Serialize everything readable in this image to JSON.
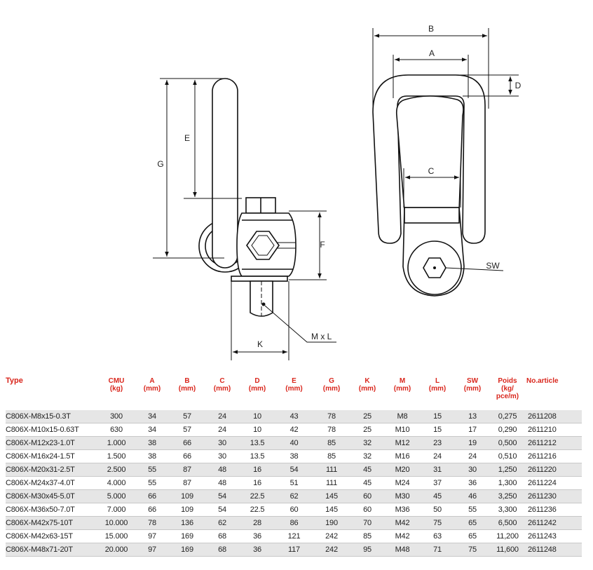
{
  "drawing": {
    "side_view_labels": {
      "e": "E",
      "g": "G",
      "f": "F",
      "k": "K",
      "mxl": "M x L"
    },
    "front_view_labels": {
      "b": "B",
      "a": "A",
      "d": "D",
      "c": "C",
      "sw": "SW"
    }
  },
  "table": {
    "headers": [
      [
        "Type"
      ],
      [
        "CMU",
        "(kg)"
      ],
      [
        "A",
        "(mm)"
      ],
      [
        "B",
        "(mm)"
      ],
      [
        "C",
        "(mm)"
      ],
      [
        "D",
        "(mm)"
      ],
      [
        "E",
        "(mm)"
      ],
      [
        "G",
        "(mm)"
      ],
      [
        "K",
        "(mm)"
      ],
      [
        "M",
        "(mm)"
      ],
      [
        "L",
        "(mm)"
      ],
      [
        "SW",
        "(mm)"
      ],
      [
        "Poids",
        "(kg/",
        "pce/m)"
      ],
      [
        "No.article"
      ]
    ],
    "rows": [
      [
        "C806X-M8x15-0.3T",
        "300",
        "34",
        "57",
        "24",
        "10",
        "43",
        "78",
        "25",
        "M8",
        "15",
        "13",
        "0,275",
        "2611208"
      ],
      [
        "C806X-M10x15-0.63T",
        "630",
        "34",
        "57",
        "24",
        "10",
        "42",
        "78",
        "25",
        "M10",
        "15",
        "17",
        "0,290",
        "2611210"
      ],
      [
        "C806X-M12x23-1.0T",
        "1.000",
        "38",
        "66",
        "30",
        "13.5",
        "40",
        "85",
        "32",
        "M12",
        "23",
        "19",
        "0,500",
        "2611212"
      ],
      [
        "C806X-M16x24-1.5T",
        "1.500",
        "38",
        "66",
        "30",
        "13.5",
        "38",
        "85",
        "32",
        "M16",
        "24",
        "24",
        "0,510",
        "2611216"
      ],
      [
        "C806X-M20x31-2.5T",
        "2.500",
        "55",
        "87",
        "48",
        "16",
        "54",
        "111",
        "45",
        "M20",
        "31",
        "30",
        "1,250",
        "2611220"
      ],
      [
        "C806X-M24x37-4.0T",
        "4.000",
        "55",
        "87",
        "48",
        "16",
        "51",
        "111",
        "45",
        "M24",
        "37",
        "36",
        "1,300",
        "2611224"
      ],
      [
        "C806X-M30x45-5.0T",
        "5.000",
        "66",
        "109",
        "54",
        "22.5",
        "62",
        "145",
        "60",
        "M30",
        "45",
        "46",
        "3,250",
        "2611230"
      ],
      [
        "C806X-M36x50-7.0T",
        "7.000",
        "66",
        "109",
        "54",
        "22.5",
        "60",
        "145",
        "60",
        "M36",
        "50",
        "55",
        "3,300",
        "2611236"
      ],
      [
        "C806X-M42x75-10T",
        "10.000",
        "78",
        "136",
        "62",
        "28",
        "86",
        "190",
        "70",
        "M42",
        "75",
        "65",
        "6,500",
        "2611242"
      ],
      [
        "C806X-M42x63-15T",
        "15.000",
        "97",
        "169",
        "68",
        "36",
        "121",
        "242",
        "85",
        "M42",
        "63",
        "65",
        "11,200",
        "2611243"
      ],
      [
        "C806X-M48x71-20T",
        "20.000",
        "97",
        "169",
        "68",
        "36",
        "117",
        "242",
        "95",
        "M48",
        "71",
        "75",
        "11,600",
        "2611248"
      ]
    ]
  }
}
